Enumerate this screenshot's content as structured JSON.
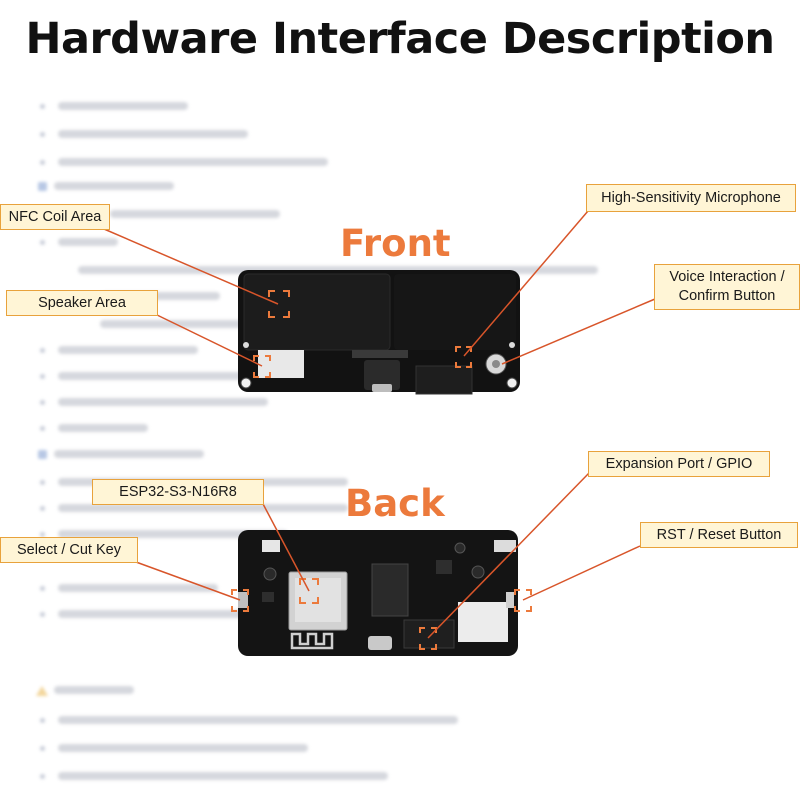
{
  "title": "Hardware Interface Description",
  "sections": {
    "front_label": "Front",
    "back_label": "Back"
  },
  "callouts": {
    "nfc_coil": "NFC Coil Area",
    "speaker": "Speaker Area",
    "microphone": "High-Sensitivity Microphone",
    "voice_button_line1": "Voice Interaction /",
    "voice_button_line2": "Confirm Button",
    "esp32": "ESP32-S3-N16R8",
    "select_key": "Select / Cut Key",
    "expansion_port": "Expansion Port / GPIO",
    "reset_button": "RST / Reset Button"
  },
  "colors": {
    "accent": "#ec7a3c",
    "callout_fill": "#fff5d6",
    "callout_border": "#e8a23c",
    "board": "#111111"
  }
}
